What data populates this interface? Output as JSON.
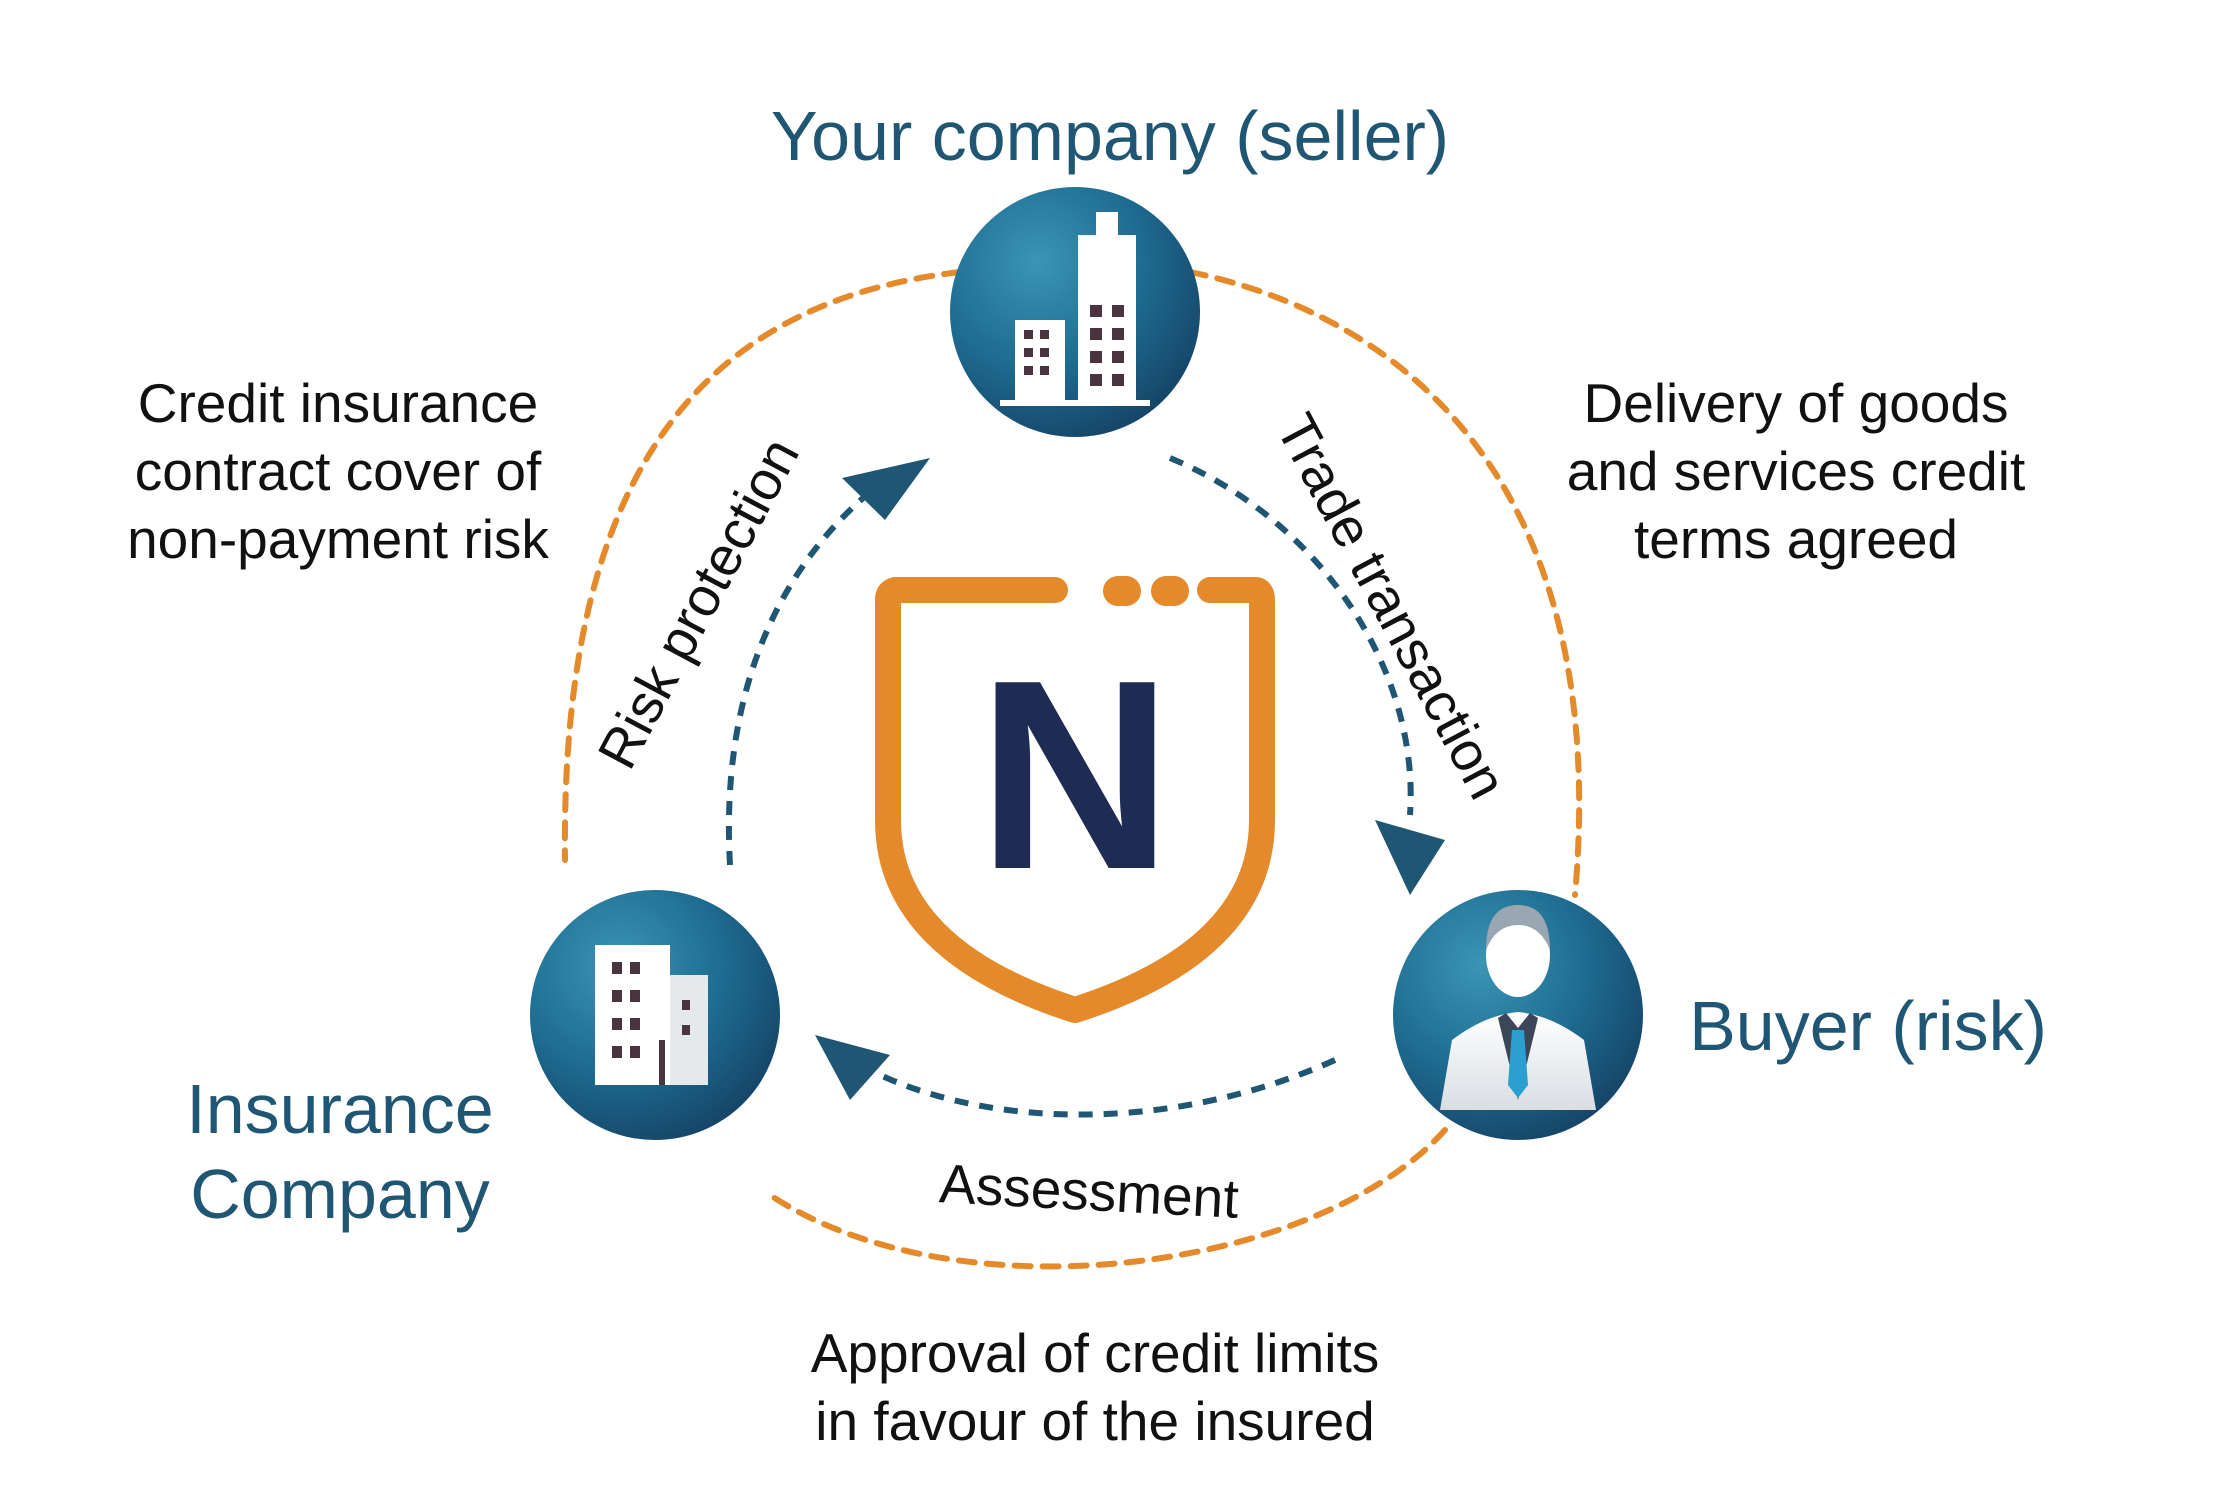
{
  "nodes": {
    "seller": {
      "label": "Your company (seller)"
    },
    "buyer": {
      "label": "Buyer (risk)"
    },
    "insurer": {
      "label_lines": [
        "Insurance",
        "Company"
      ]
    }
  },
  "descriptions": {
    "credit_insurance": [
      "Credit insurance",
      "contract cover of",
      "non-payment risk"
    ],
    "delivery": [
      "Delivery of goods",
      "and services credit",
      "terms agreed"
    ],
    "approval": [
      "Approval of credit limits",
      "in favour of the insured"
    ]
  },
  "flows": {
    "risk_protection": "Risk protection",
    "trade_transaction": "Trade transaction",
    "assessment": "Assessment"
  },
  "logo": {
    "letter": "N"
  },
  "colors": {
    "orange": "#e48a2a",
    "teal": "#1f5674",
    "navy": "#1e2b52",
    "circle_dark": "#13476a",
    "circle_light": "#2f87a6"
  }
}
